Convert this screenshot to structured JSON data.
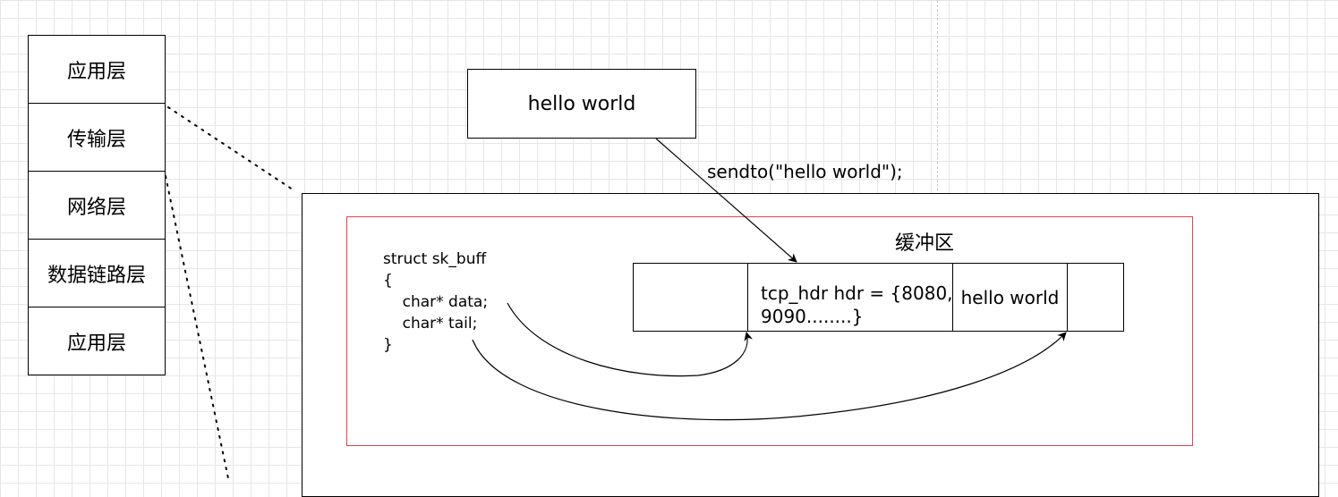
{
  "layers": [
    "应用层",
    "传输层",
    "网络层",
    "数据链路层",
    "应用层"
  ],
  "payload_box": {
    "label": "hello world"
  },
  "send_call": {
    "label": "sendto(\"hello world\");"
  },
  "buffer": {
    "title": "缓冲区",
    "cells": [
      "",
      "tcp_hdr hdr = {8080,\n9090........}",
      "hello world",
      ""
    ]
  },
  "code": {
    "text": "struct sk_buff\n{\n    char* data;\n    char* tail;\n}"
  },
  "colors": {
    "buffer_border": "#e0444c",
    "stroke": "#000000",
    "grid": "#e6e6e6"
  }
}
